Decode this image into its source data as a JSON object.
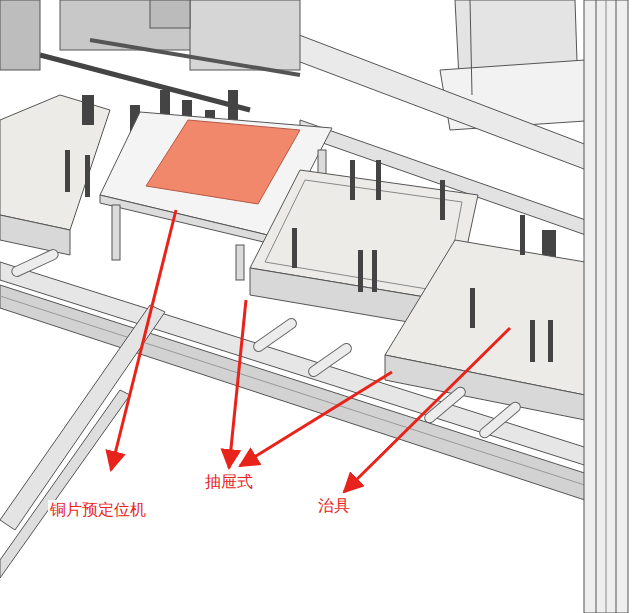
{
  "diagram": {
    "labels": [
      "铜片预定位机",
      "抽屉式",
      "治具"
    ]
  }
}
